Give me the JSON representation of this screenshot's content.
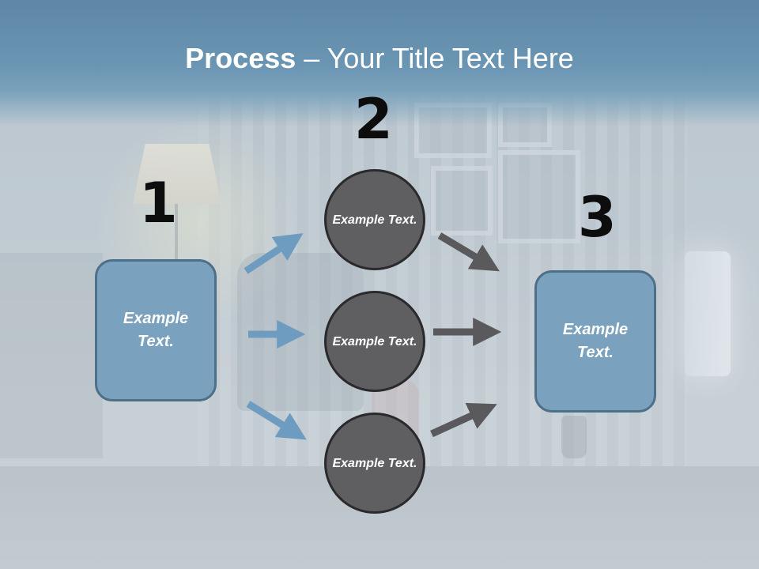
{
  "slide": {
    "title_bold": "Process",
    "title_rest": " – Your Title Text Here"
  },
  "steps": {
    "one": {
      "number": "1",
      "text": "Example Text."
    },
    "two": {
      "number": "2",
      "circles": [
        {
          "text": "Example Text."
        },
        {
          "text": "Example Text."
        },
        {
          "text": "Example Text."
        }
      ]
    },
    "three": {
      "number": "3",
      "text": "Example Text."
    }
  },
  "colors": {
    "title_band": "#6a95b3",
    "box_fill": "#7aa2be",
    "box_border": "#4e6f88",
    "circle_fill": "#5f5f61",
    "blue_arrow": "#6e9cc0",
    "dark_arrow": "#5a5a5c"
  }
}
